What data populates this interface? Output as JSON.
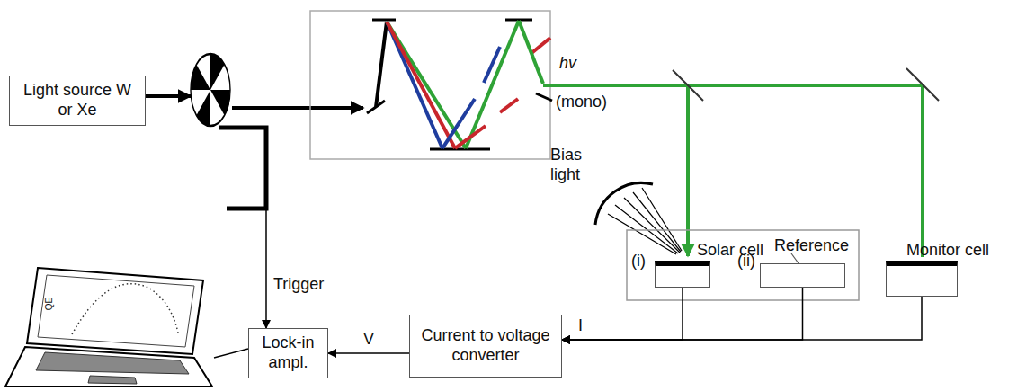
{
  "diagram": {
    "nodes": [
      {
        "text": [
          "Light source W or Xe"
        ]
      },
      {
        "text": [
          "Solar cell"
        ]
      },
      {
        "text": [
          "Reference"
        ]
      },
      {
        "text": [
          "Monitor cell"
        ]
      },
      {
        "text": [
          "Current to voltage converter"
        ]
      },
      {
        "text": [
          "Lock-in ampl."
        ]
      }
    ],
    "edges": [
      {
        "from": 1,
        "to": 4,
        "arrow": "to"
      },
      {
        "from": 2,
        "to": 4,
        "arrow": "to"
      },
      {
        "from": 3,
        "to": 4,
        "label": "I",
        "arrow": "to"
      },
      {
        "from": 4,
        "to": 5,
        "label": "V",
        "arrow": "to"
      }
    ],
    "labels": [
      "hv",
      "(mono)",
      "Bias light",
      "(i)",
      "(ii)",
      "Trigger",
      "QE"
    ]
  }
}
